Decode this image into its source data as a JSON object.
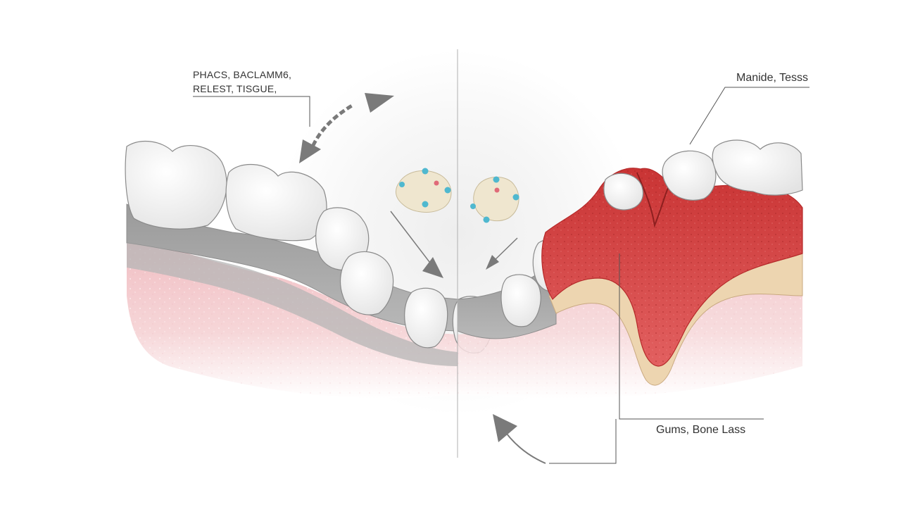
{
  "labels": {
    "top_left_line1": "PHACS, BACLAMM6,",
    "top_left_line2": "RELEST, TISGUE,",
    "top_right": "Manide, Tesss",
    "bottom_right": "Gums, Bone Lass"
  },
  "colors": {
    "healthy_gum": "#f2c4c8",
    "gum_pale": "#f8dcde",
    "bone_grey": "#a9a9a9",
    "bone_grey_dark": "#8e8e8e",
    "tooth": "#f7f7f7",
    "tooth_outline": "#8a8a8a",
    "inflamed_red": "#d84040",
    "inflamed_dark": "#b52a2a",
    "exposed_bone": "#edd5b0",
    "arrow_grey": "#7a7a7a",
    "leader_line": "#555555",
    "bacteria_body": "#efe6cf",
    "bacteria_blue": "#4fb8cf",
    "bacteria_pink": "#e06a78"
  },
  "icons": {
    "bacteria": "bacteria-icon",
    "arrow": "arrow-icon"
  }
}
